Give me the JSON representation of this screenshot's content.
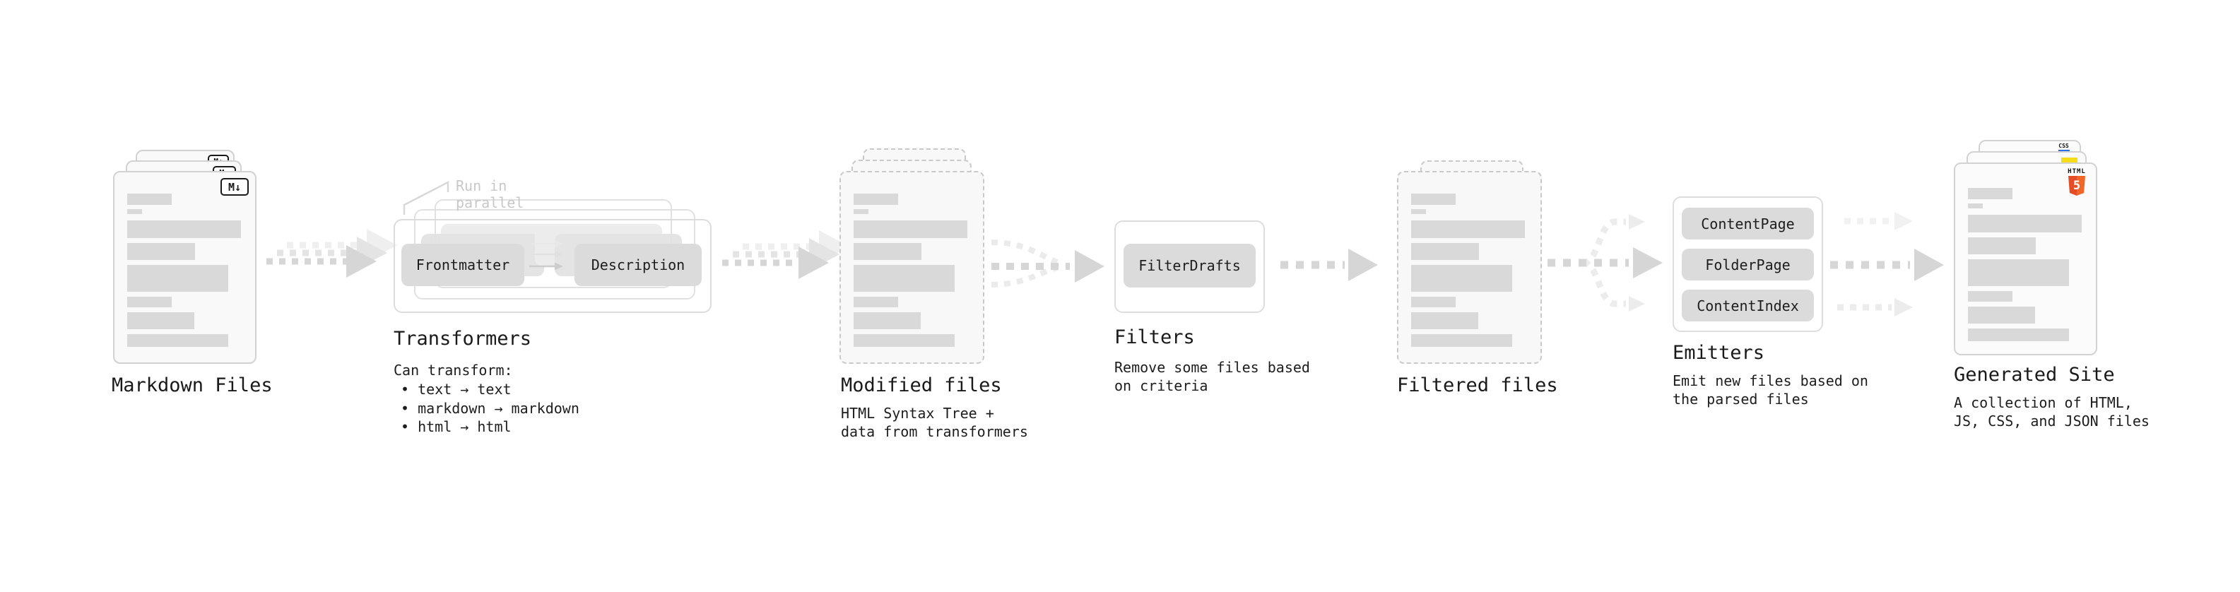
{
  "pipeline": {
    "markdown_files": {
      "label": "Markdown Files",
      "badge": "M↓"
    },
    "transformers": {
      "annotation": "Run in parallel",
      "input_pill": "Frontmatter",
      "output_pill": "Description",
      "title": "Transformers",
      "description_heading": "Can transform:",
      "bullets": [
        "• text → text",
        "• markdown → markdown",
        "• html → html"
      ]
    },
    "modified_files": {
      "title": "Modified files",
      "description": "HTML Syntax Tree +\ndata from transformers"
    },
    "filters": {
      "title": "Filters",
      "pill": "FilterDrafts",
      "description": "Remove some files based\non criteria"
    },
    "filtered_files": {
      "title": "Filtered files"
    },
    "emitters": {
      "title": "Emitters",
      "pills": [
        "ContentPage",
        "FolderPage",
        "ContentIndex"
      ],
      "description": "Emit new files based on\nthe parsed files"
    },
    "generated_site": {
      "title": "Generated Site",
      "description": "A collection of HTML,\nJS, CSS, and JSON files",
      "badges": {
        "html_label": "HTML",
        "html_number": "5",
        "css_label": "CSS"
      }
    }
  },
  "colors": {
    "arrow": "#d6d6d6",
    "arrow_mid": "#e4e4e4",
    "arrow_faint": "#ececec",
    "card_border": "#d2d2d2",
    "dashed_border": "#c9c9c9",
    "pill_bg": "#dbdbdb",
    "placeholder_bar": "#d9d9d9",
    "annotation": "#c8c8c8",
    "html5_orange": "#e44d26",
    "js_yellow": "#f5de19",
    "css_blue": "#2f6fe4"
  }
}
